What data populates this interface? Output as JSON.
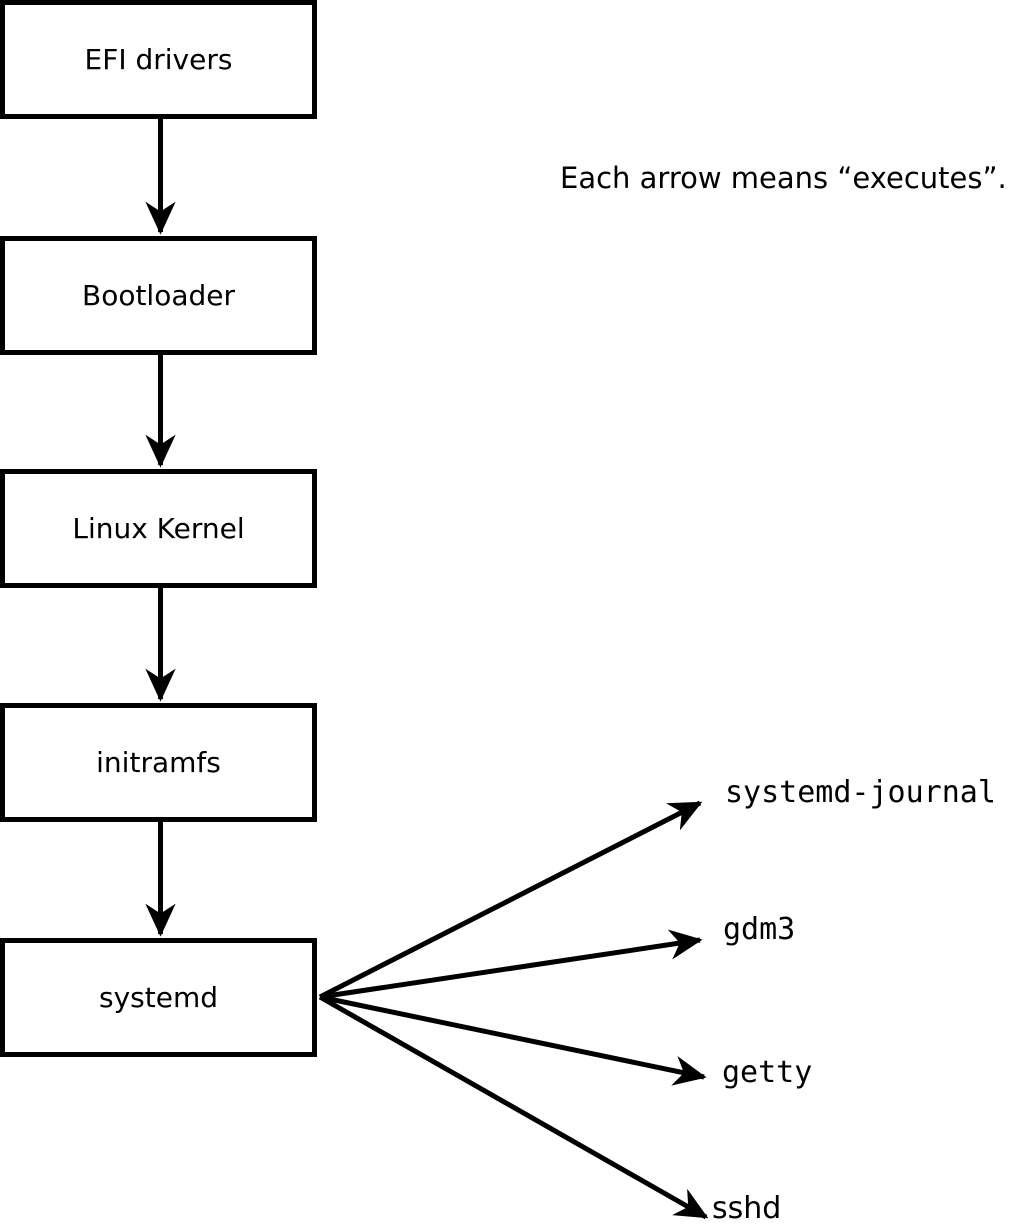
{
  "diagram": {
    "title_note": "Each arrow means “executes”.",
    "boot_chain": [
      {
        "label": "EFI drivers"
      },
      {
        "label": "Bootloader"
      },
      {
        "label": "Linux Kernel"
      },
      {
        "label": "initramfs"
      },
      {
        "label": "systemd"
      }
    ],
    "spawned_processes": [
      {
        "label": "systemd-journal"
      },
      {
        "label": "gdm3"
      },
      {
        "label": "getty"
      },
      {
        "label": "sshd"
      }
    ],
    "arrow_meaning": "executes",
    "colors": {
      "line": "#000000",
      "box_border": "#000000",
      "box_fill": "#ffffff",
      "background": "#ffffff",
      "text": "#000000"
    }
  }
}
